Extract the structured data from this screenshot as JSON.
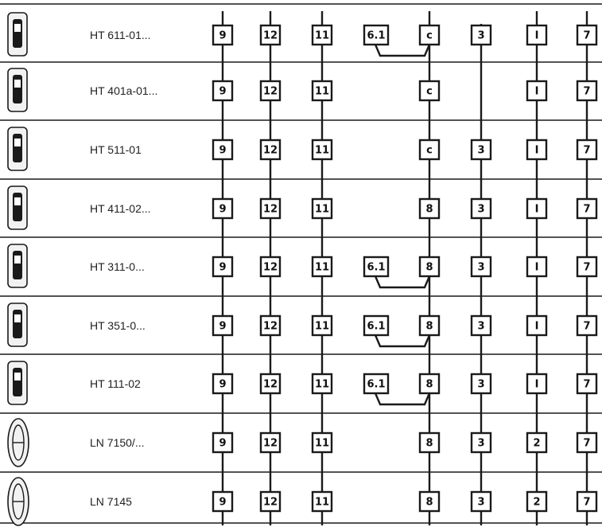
{
  "rows": [
    {
      "model": "HT 611-01...",
      "device_icon": "handset-611-icon",
      "cells": [
        "9",
        "12",
        "11",
        "6.1",
        "c",
        "3",
        "I",
        "7"
      ],
      "link_61_to": 4
    },
    {
      "model": "HT 401a-01...",
      "device_icon": "handset-401a-icon",
      "cells": [
        "9",
        "12",
        "11",
        "",
        "c",
        "",
        "I",
        "7"
      ],
      "link_61_to": null
    },
    {
      "model": "HT 511-01",
      "device_icon": "handset-511-icon",
      "cells": [
        "9",
        "12",
        "11",
        "",
        "c",
        "3",
        "I",
        "7"
      ],
      "link_61_to": null
    },
    {
      "model": "HT 411-02...",
      "device_icon": "handset-411-icon",
      "cells": [
        "9",
        "12",
        "11",
        "",
        "8",
        "3",
        "I",
        "7"
      ],
      "link_61_to": null
    },
    {
      "model": "HT 311-0...",
      "device_icon": "handset-311-icon",
      "cells": [
        "9",
        "12",
        "11",
        "6.1",
        "8",
        "3",
        "I",
        "7"
      ],
      "link_61_to": 4
    },
    {
      "model": "HT 351-0...",
      "device_icon": "handset-351-icon",
      "cells": [
        "9",
        "12",
        "11",
        "6.1",
        "8",
        "3",
        "I",
        "7"
      ],
      "link_61_to": 4
    },
    {
      "model": "HT 111-02",
      "device_icon": "handset-111-icon",
      "cells": [
        "9",
        "12",
        "11",
        "6.1",
        "8",
        "3",
        "I",
        "7"
      ],
      "link_61_to": 4
    },
    {
      "model": "LN 7150/...",
      "device_icon": "handset-7150-icon",
      "cells": [
        "9",
        "12",
        "11",
        "",
        "8",
        "3",
        "2",
        "7"
      ],
      "link_61_to": null
    },
    {
      "model": "LN 7145",
      "device_icon": "handset-7145-icon",
      "cells": [
        "9",
        "12",
        "11",
        "",
        "8",
        "3",
        "2",
        "7"
      ],
      "link_61_to": null
    }
  ],
  "colors": {
    "line": "#1a1a1a",
    "background": "#ffffff",
    "box_fill": "#ffffff"
  }
}
